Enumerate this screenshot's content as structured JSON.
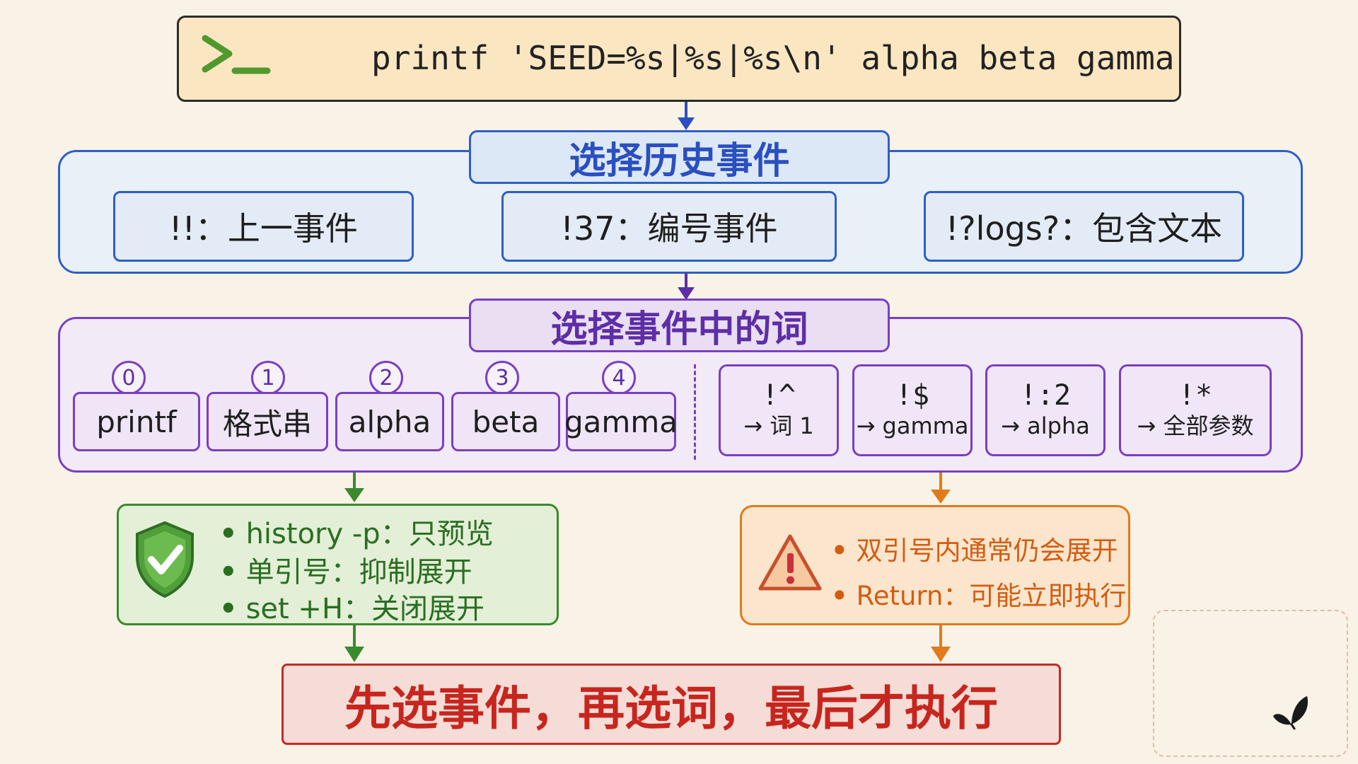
{
  "command": "printf 'SEED=%s|%s|%s\\n' alpha beta gamma",
  "event_section": {
    "title": "选择历史事件",
    "items": [
      "!!：上一事件",
      "!37：编号事件",
      "!?logs?：包含文本"
    ]
  },
  "word_section": {
    "title": "选择事件中的词",
    "words": [
      {
        "num": "0",
        "label": "printf"
      },
      {
        "num": "1",
        "label": "格式串"
      },
      {
        "num": "2",
        "label": "alpha"
      },
      {
        "num": "3",
        "label": "beta"
      },
      {
        "num": "4",
        "label": "gamma"
      }
    ],
    "designators": [
      {
        "top": "!^",
        "bottom": "→ 词 1"
      },
      {
        "top": "!$",
        "bottom": "→ gamma"
      },
      {
        "top": "!:2",
        "bottom": "→ alpha"
      },
      {
        "top": "!*",
        "bottom": "→ 全部参数"
      }
    ]
  },
  "safe": {
    "items": [
      "history -p：只预览",
      "单引号：抑制展开",
      "set +H：关闭展开"
    ]
  },
  "warning": {
    "items": [
      "双引号内通常仍会展开",
      "Return：可能立即执行"
    ]
  },
  "conclusion": "先选事件，再选词，最后才执行",
  "colors": {
    "event": "#2f5fc5",
    "word": "#7a3fc0",
    "safe": "#3a8a2e",
    "warning": "#e07a1c",
    "conclusion": "#c7261e"
  },
  "icons": [
    "terminal-prompt-icon",
    "shield-check-icon",
    "warning-icon",
    "butterfly-icon"
  ]
}
